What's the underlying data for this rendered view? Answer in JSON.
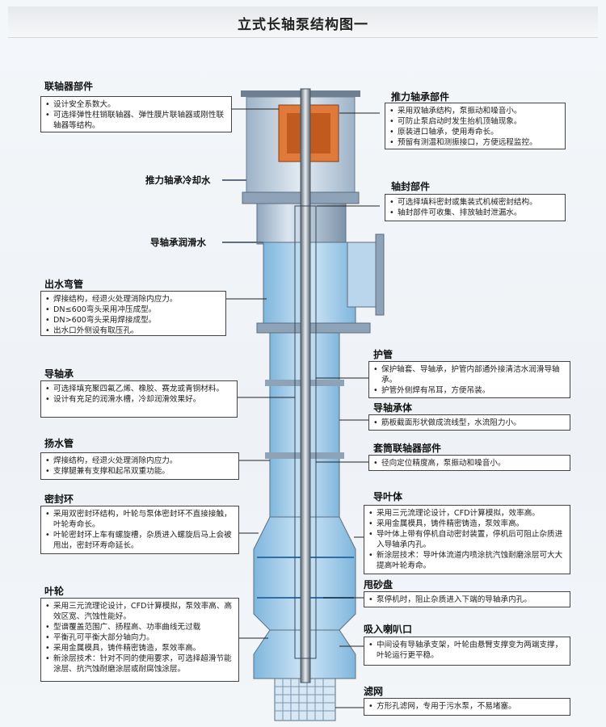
{
  "title": "立式长轴泵结构图一",
  "callouts": {
    "coupling": {
      "title": "联轴器部件",
      "items": [
        "设计安全系数大。",
        "可选择弹性柱销联轴器、弹性膜片联轴器或刚性联轴器等结构。"
      ]
    },
    "thrust": {
      "title": "推力轴承部件",
      "items": [
        "采用双轴承结构，泵振动和噪音小。",
        "可防止泵启动时发生抬机顶轴现象。",
        "原装进口轴承，使用寿命长。",
        "预留有测温和测振接口，方便远程监控。"
      ]
    },
    "seal": {
      "title": "轴封部件",
      "items": [
        "可选择填料密封或集装式机械密封结构。",
        "轴封部件可收集、排放轴封泄漏水。"
      ]
    },
    "elbow": {
      "title": "出水弯管",
      "items": [
        "焊接结构，经退火处理消除内应力。",
        "DN≤600弯头采用冲压成型。",
        "DN>600弯头采用焊接成型。",
        "出水口外侧设有取压孔。"
      ]
    },
    "guide_bearing": {
      "title": "导轴承",
      "items": [
        "可选择填充聚四氟乙烯、橡胶、赛龙或青铜材料。",
        "设计有充足的润滑水槽，冷却润滑效果好。"
      ]
    },
    "riser": {
      "title": "扬水管",
      "items": [
        "焊接结构，经退火处理消除内应力。",
        "支撑腿兼有支撑和起吊双重功能。"
      ]
    },
    "seal_ring": {
      "title": "密封环",
      "items": [
        "采用双密封环结构，叶轮与泵体密封环不直接接触，叶轮寿命长。",
        "叶轮密封环上车有螺旋槽，杂质进入螺旋后马上会被甩出，密封环寿命延长。"
      ]
    },
    "impeller": {
      "title": "叶轮",
      "items": [
        "采用三元流理论设计，CFD计算模拟，泵效率高、高效区宽、汽蚀性能好。",
        "型谱覆盖范围广、扬程高、功率曲线无过载",
        "平衡孔可平衡大部分轴向力。",
        "采用金属模具，铸件精密铸造，泵效率高。",
        "新涂层技术：针对不同的使用要求，可选择超滑节能涂层、抗汽蚀耐磨涂层或耐腐蚀涂层。"
      ]
    },
    "guard_tube": {
      "title": "护管",
      "items": [
        "保护轴套、导轴承，护管内部通外接清洁水润滑导轴承。",
        "护管外侧焊有吊耳，方便吊装。"
      ]
    },
    "bearing_body": {
      "title": "导轴承体",
      "items": [
        "筋板截面形状做成流线型，水流阻力小。"
      ]
    },
    "sleeve_coupling": {
      "title": "套筒联轴器部件",
      "items": [
        "径向定位精度高，泵振动和噪音小。"
      ]
    },
    "diffuser": {
      "title": "导叶体",
      "items": [
        "采用三元流理论设计，CFD计算模拟，效率高。",
        "采用金属模具，铸件精密铸造，泵效率高。",
        "导叶体上带有停机自动密封装置，停机后可阻止杂质进入导轴承内孔。",
        "新涂层技术：导叶体流道内喷涂抗汽蚀耐磨涂层可大大提高叶轮寿命。"
      ]
    },
    "sand_disc": {
      "title": "甩砂盘",
      "items": [
        "泵停机时，阻止杂质进入下端的导轴承内孔。"
      ]
    },
    "bell": {
      "title": "吸入喇叭口",
      "items": [
        "中间设有导轴承支架，叶轮由悬臂支撑变为两端支撑，叶轮运行更平稳。"
      ]
    },
    "strainer": {
      "title": "滤网",
      "items": [
        "方形孔滤网，专用于污水泵，不易堵塞。"
      ]
    }
  },
  "labels": {
    "cooling_water": "推力轴承冷却水",
    "lube_water": "导轴承润滑水"
  }
}
